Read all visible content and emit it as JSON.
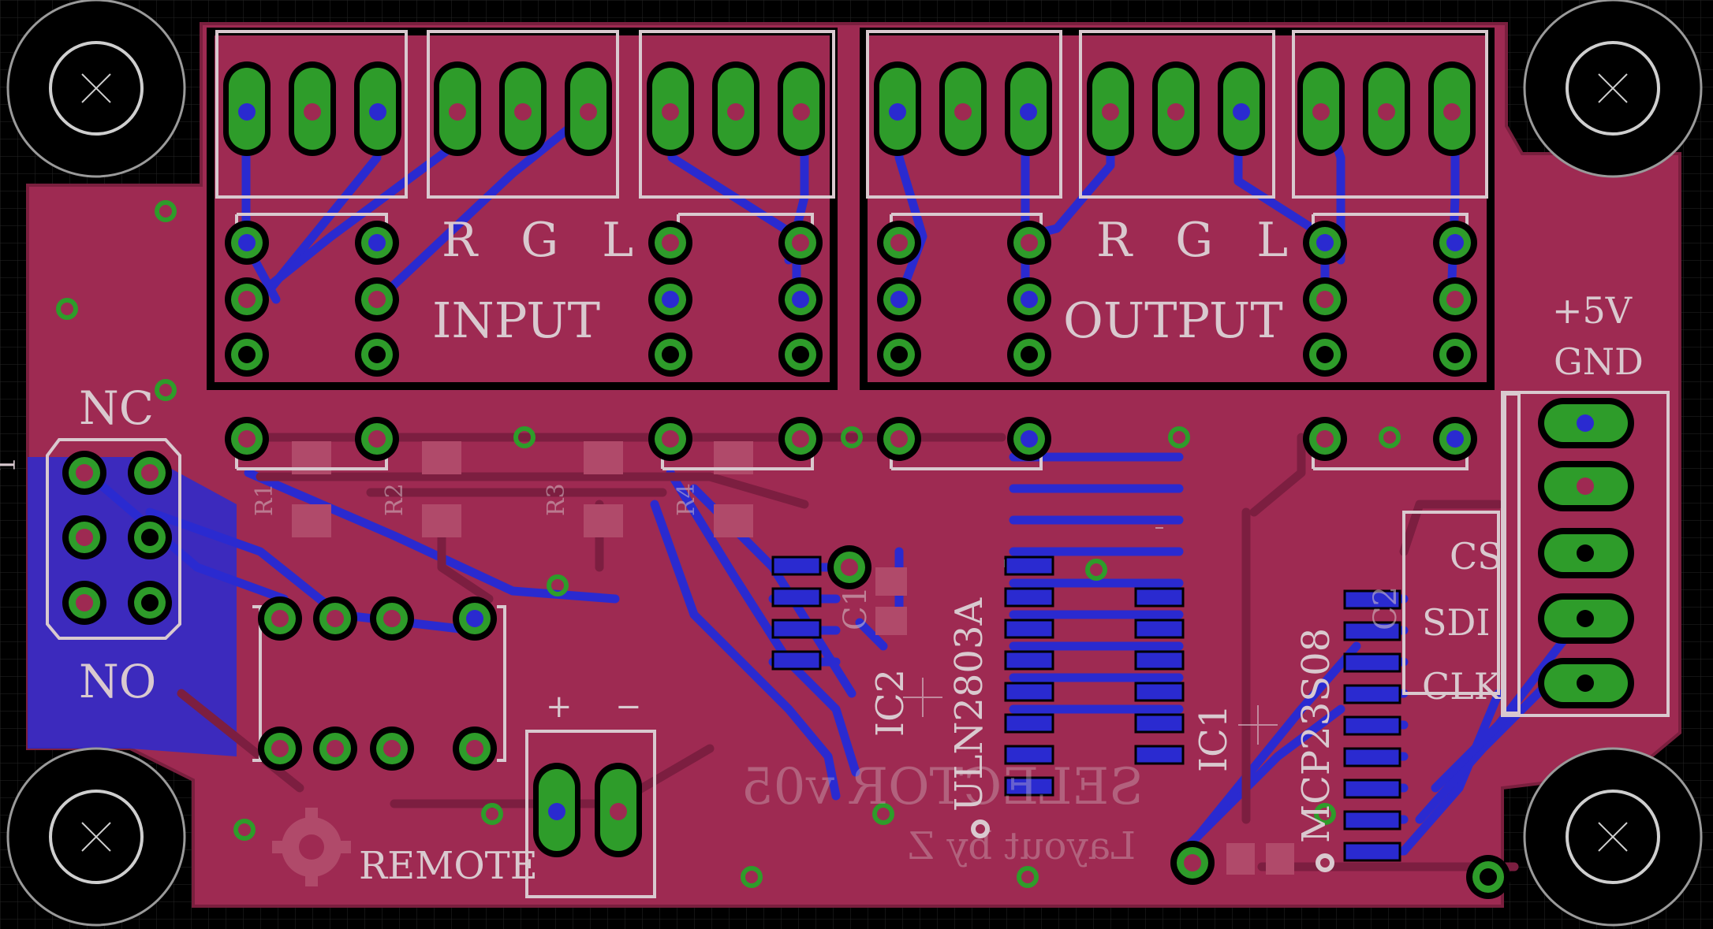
{
  "board": {
    "labels": {
      "rgl_left": "R G L",
      "rgl_right": "R G L",
      "input": "INPUT",
      "output": "OUTPUT",
      "plus5v": "+5V",
      "gnd": "GND",
      "nc": "NC",
      "no": "NO",
      "pin1": "1",
      "cs": "CS",
      "sdi": "SDI",
      "clk": "CLK",
      "remote": "REMOTE",
      "plus": "+",
      "minus": "−",
      "ic2": "IC2",
      "ic1": "IC1",
      "uln": "ULN2803A",
      "mcp": "MCP23S08",
      "c1": "C1",
      "c2": "C2",
      "selector": "SELECTOR v05",
      "layout_by": "Layout by Z",
      "r1": "R1",
      "r2": "R2",
      "r3": "R3",
      "r4": "R4"
    },
    "icons": [
      "mounting-hole-icon",
      "open-hardware-logo-icon",
      "plated-pad-icon",
      "via-icon"
    ],
    "colors": {
      "background": "#000000",
      "copper_top": "#9e2a52",
      "copper_bottom": "#2a2ad0",
      "pad": "#2e9c2a",
      "silkscreen": "#d9c9cf",
      "grid": "#2a2a2a"
    }
  }
}
